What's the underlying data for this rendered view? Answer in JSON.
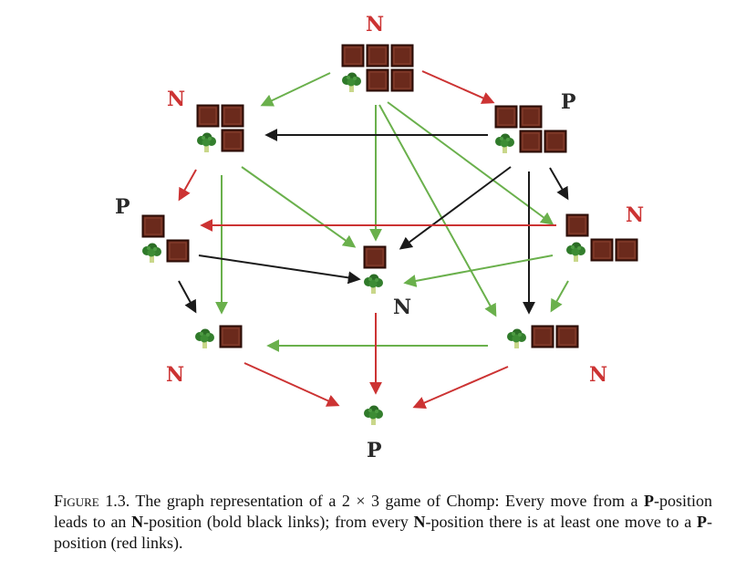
{
  "colors": {
    "p_link": "#1a1a1a",
    "n_to_p_link": "#cc3333",
    "other_link": "#6ab04c",
    "label_n": "#cc3333",
    "label_p": "#2a2a2a",
    "chocolate": "#6b2a1c",
    "chocolate_edge": "#2b0d07",
    "broccoli": "#2f7a2a"
  },
  "nodes": [
    {
      "id": "s1",
      "label": "N"
    },
    {
      "id": "s2",
      "label": "N"
    },
    {
      "id": "s3",
      "label": "P"
    },
    {
      "id": "s4",
      "label": "P"
    },
    {
      "id": "s5",
      "label": "N"
    },
    {
      "id": "s6",
      "label": "N"
    },
    {
      "id": "s7",
      "label": "N"
    },
    {
      "id": "s8",
      "label": "N"
    },
    {
      "id": "s9",
      "label": "P"
    }
  ],
  "caption": {
    "figure": "Figure 1.3.",
    "part1": " The graph representation of a 2 × 3 game of Chomp: Every move from a ",
    "p_bold_1": "P",
    "part2": "-position leads to an ",
    "n_bold_1": "N",
    "part3": "-position (bold black links); from every ",
    "n_bold_2": "N",
    "part4": "-position there is at least one move to a ",
    "p_bold_2": "P",
    "part5": "-position (red links)."
  }
}
